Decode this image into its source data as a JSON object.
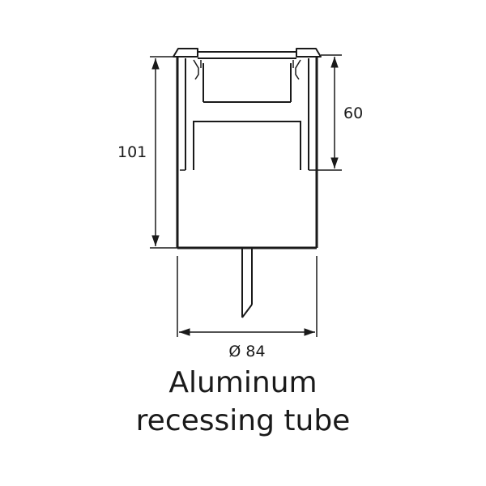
{
  "dimensions": {
    "overall_height": "101",
    "inner_depth": "60",
    "diameter": "Ø 84"
  },
  "caption": {
    "line1": "Aluminum",
    "line2": "recessing tube"
  },
  "colors": {
    "line": "#1a1a1a",
    "background": "#ffffff"
  }
}
